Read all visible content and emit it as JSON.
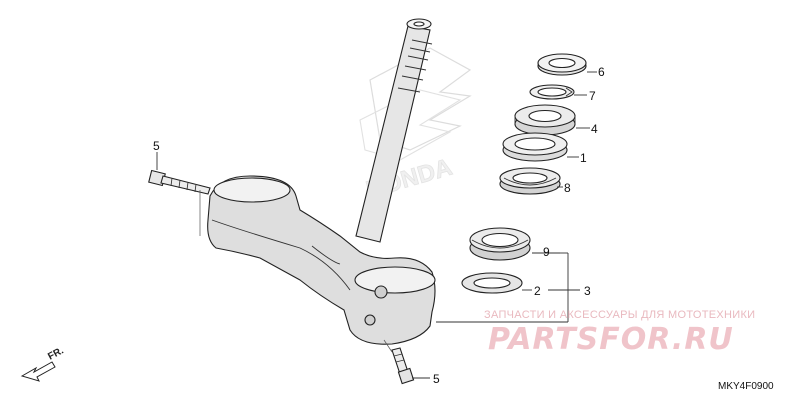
{
  "callouts": {
    "c1": "1",
    "c2": "2",
    "c3": "3",
    "c4": "4",
    "c5a": "5",
    "c5b": "5",
    "c6": "6",
    "c7": "7",
    "c8": "8",
    "c9": "9"
  },
  "direction_label": "FR.",
  "diagram_code": "MKY4F0900",
  "watermark": {
    "brand_text": "HONDA",
    "top_line": "ЗАПЧАСТИ И АКСЕССУАРЫ ДЛЯ МОТОТЕХНИКИ",
    "site": "PARTSFOR.RU"
  },
  "colors": {
    "line": "#222222",
    "callout_line": "#c0646e",
    "watermark": "#f0c4ca"
  }
}
